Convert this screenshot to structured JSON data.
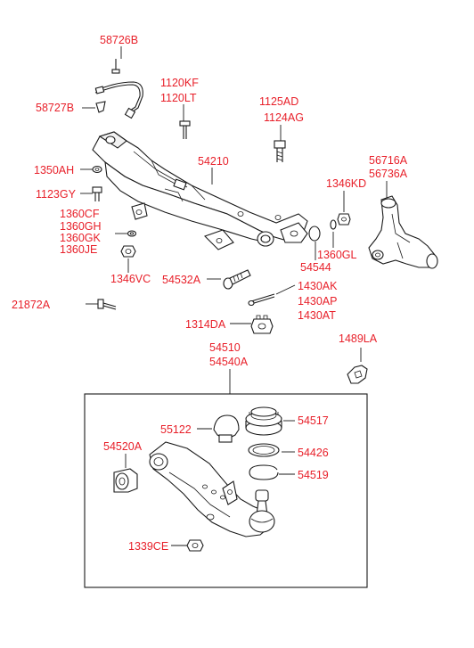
{
  "colors": {
    "label": "#e8202a",
    "line": "#1a1a1a",
    "background": "#ffffff"
  },
  "labels": {
    "p58726B": "58726B",
    "p58727B": "58727B",
    "p1120KF": "1120KF",
    "p1120LT": "1120LT",
    "p1125AD": "1125AD",
    "p1124AG": "1124AG",
    "p1350AH": "1350AH",
    "p54210": "54210",
    "p56716A": "56716A",
    "p56736A": "56736A",
    "p1346KD": "1346KD",
    "p1123GY": "1123GY",
    "p1360CF": "1360CF",
    "p1360GH": "1360GH",
    "p1360GK": "1360GK",
    "p1360JE": "1360JE",
    "p1360GL": "1360GL",
    "p54544": "54544",
    "p1346VC": "1346VC",
    "p54532A": "54532A",
    "p1430AK": "1430AK",
    "p1430AP": "1430AP",
    "p1430AT": "1430AT",
    "p21872A": "21872A",
    "p1314DA": "1314DA",
    "p54510": "54510",
    "p54540A": "54540A",
    "p1489LA": "1489LA",
    "p55122": "55122",
    "p54517": "54517",
    "p54426": "54426",
    "p54520A": "54520A",
    "p54519": "54519",
    "p1339CE": "1339CE"
  }
}
